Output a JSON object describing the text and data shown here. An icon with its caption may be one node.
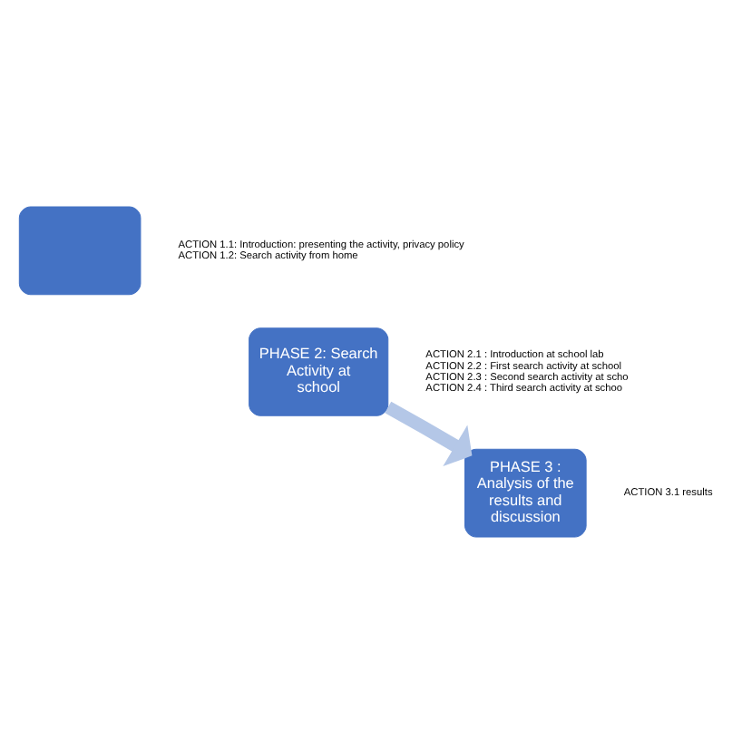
{
  "diagram": {
    "nodes": [
      {
        "text": [],
        "shape": "box",
        "beside": [
          "ACTION 1.1: Introduction: presenting the activity, privacy policy",
          "ACTION 1.2: Search activity from home"
        ]
      },
      {
        "text": [
          "PHASE 2: Search Activity at school"
        ],
        "beside": [
          "ACTION 2.1 : Introduction at school lab",
          "ACTION 2.2 : First search activity at school",
          "ACTION 2.3 : Second search activity at scho",
          "ACTION 2.4 : Third search activity at schoo"
        ]
      },
      {
        "text": [
          "PHASE 3 : Analysis of the results and discussion"
        ],
        "beside": [
          "ACTION 3.1 results"
        ]
      }
    ],
    "edges": [
      {
        "from": 1,
        "to": 2,
        "arrow": "to"
      }
    ]
  }
}
